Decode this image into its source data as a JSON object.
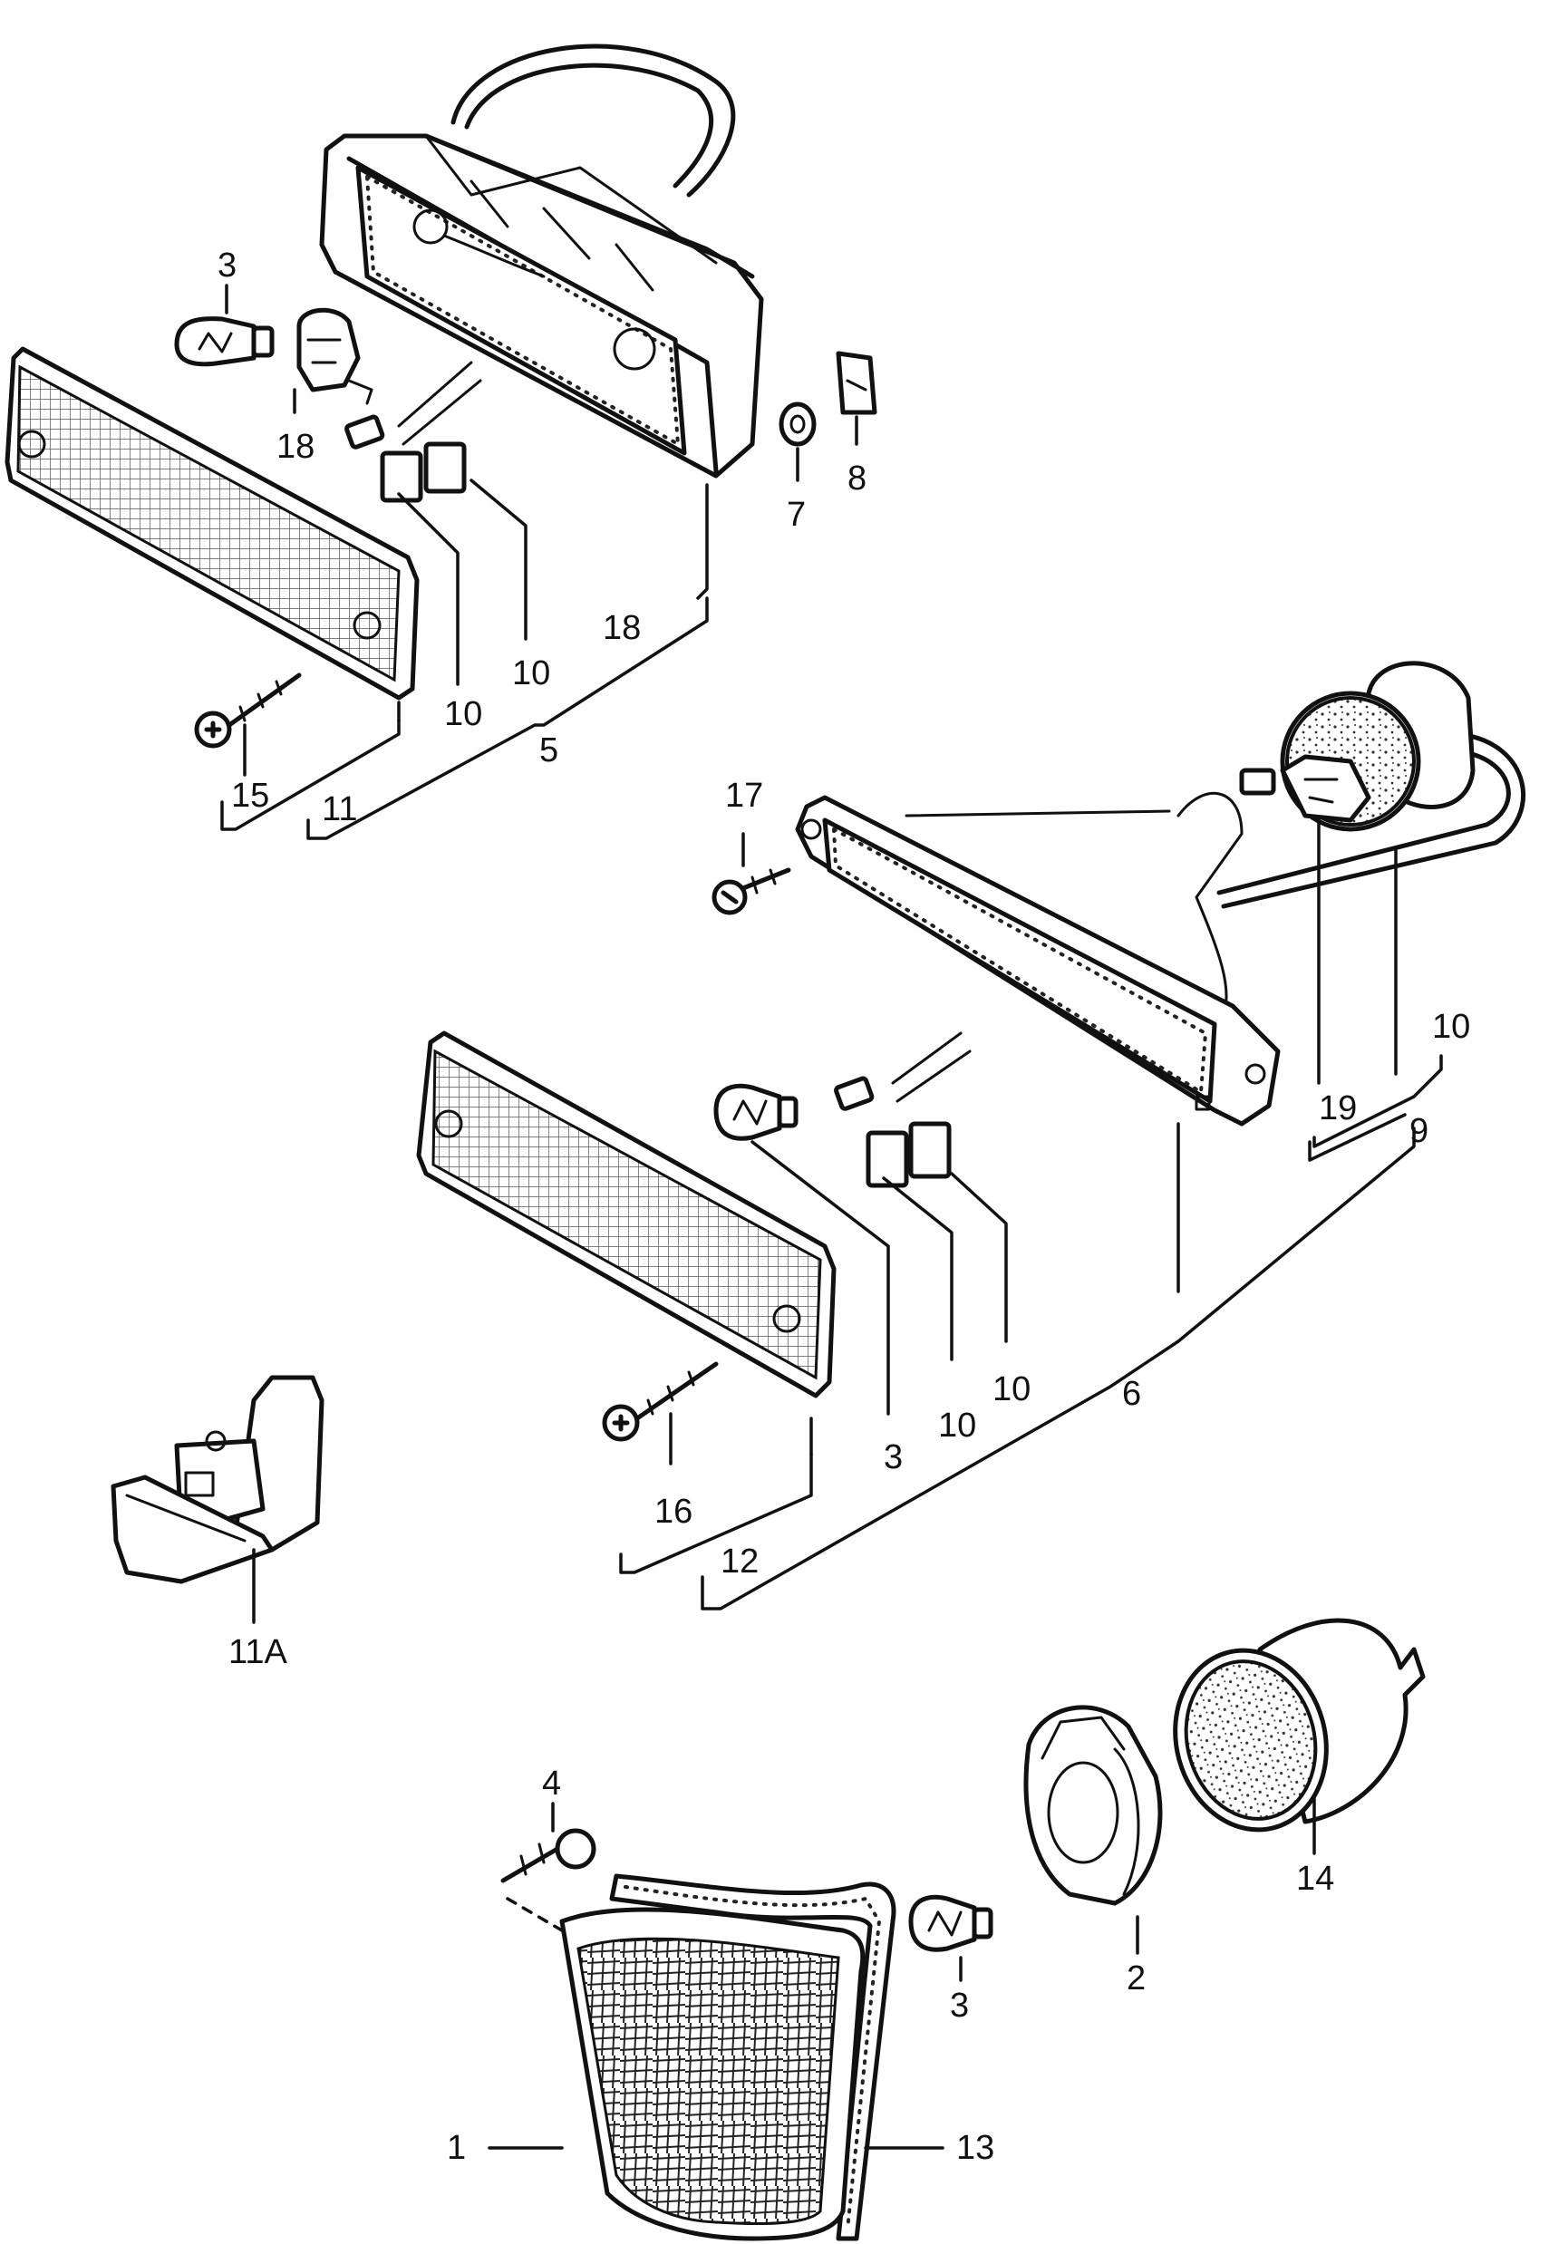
{
  "labels": {
    "c1": "1",
    "c2": "2",
    "c3_top": "3",
    "c3_mid": "3",
    "c3_bot": "3",
    "c4": "4",
    "c5": "5",
    "c6": "6",
    "c7": "7",
    "c8": "8",
    "c9": "9",
    "c10_a": "10",
    "c10_b": "10",
    "c10_c": "10",
    "c10_d": "10",
    "c10_e": "10",
    "c11": "11",
    "c11a": "11A",
    "c12": "12",
    "c13": "13",
    "c14": "14",
    "c15": "15",
    "c16": "16",
    "c17": "17",
    "c18_a": "18",
    "c18_b": "18",
    "c19": "19"
  }
}
